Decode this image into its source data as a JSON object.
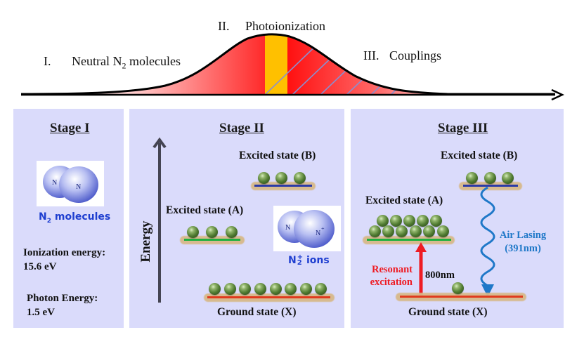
{
  "pulse": {
    "labels": {
      "stage1": "I.",
      "stage1_text": "Neutral N",
      "stage1_sub": "2",
      "stage1_tail": " molecules",
      "stage2": "II.",
      "stage2_text": "Photoionization",
      "stage3": "III.",
      "stage3_text": "Couplings"
    },
    "colors": {
      "red": "#ff1a1a",
      "light_red": "#ffc4c4",
      "orange": "#ffc000",
      "hatch": "#8a8fd0"
    }
  },
  "stage1": {
    "title": "Stage I",
    "molecule": {
      "atom_left": "N",
      "atom_right": "N"
    },
    "molecule_caption": "N",
    "molecule_caption_sub": "2",
    "molecule_caption_tail": " molecules",
    "ionization_label": "Ionization  energy:",
    "ionization_value": "15.6 eV",
    "photon_label": "Photon  Energy:",
    "photon_value": "1.5 eV"
  },
  "stage2": {
    "title": "Stage II",
    "axis_label": "Energy",
    "excited_b": {
      "label": "Excited state (B)",
      "population": 3,
      "color": "#2b3aa8"
    },
    "excited_a": {
      "label": "Excited state (A)",
      "population": 3,
      "color": "#20b040"
    },
    "ground": {
      "label": "Ground state (X)",
      "population": 8,
      "color": "#e03a1e"
    },
    "molecule": {
      "atom_left": "N",
      "atom_right": "N",
      "atom_right_sup": "+"
    },
    "ion_caption": "N",
    "ion_caption_sup": "+",
    "ion_caption_sub": "2",
    "ion_caption_tail": " ions"
  },
  "stage3": {
    "title": "Stage III",
    "excited_b": {
      "label": "Excited state (B)",
      "population": 3,
      "color": "#2b3aa8"
    },
    "excited_a": {
      "label": "Excited state (A)",
      "population": 11,
      "color": "#20b040"
    },
    "ground": {
      "label": "Ground state (X)",
      "population": 1,
      "color": "#e03a1e"
    },
    "pump": {
      "label_line1": "Resonant",
      "label_line2": "excitation",
      "wavelength": "800nm",
      "color": "#ee1c24"
    },
    "lasing": {
      "label_line1": "Air Lasing",
      "label_line2": "(391nm)",
      "color": "#1f78c8"
    }
  }
}
